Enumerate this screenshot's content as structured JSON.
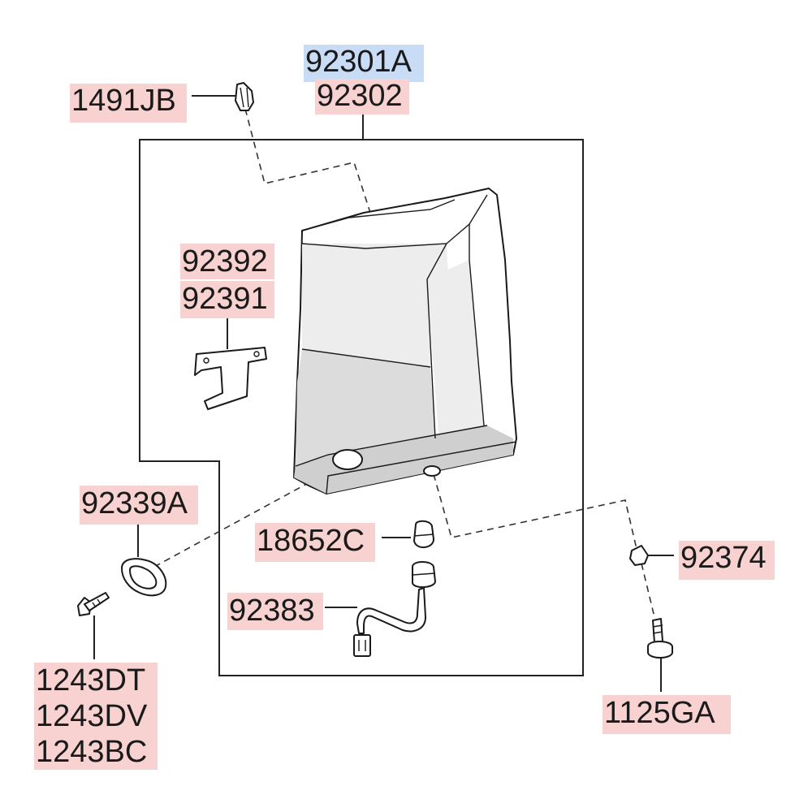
{
  "diagram": {
    "labels": {
      "p92301A": "92301A",
      "p92302": "92302",
      "p1491JB": "1491JB",
      "p92392": "92392",
      "p92391": "92391",
      "p92339A": "92339A",
      "p18652C": "18652C",
      "p92383": "92383",
      "p92374": "92374",
      "p1243DT": "1243DT",
      "p1243DV": "1243DV",
      "p1243BC": "1243BC",
      "p1125GA": "1125GA"
    },
    "colors": {
      "label_highlight": "#f7d2d0",
      "label_selected": "#c9dcf6"
    }
  }
}
